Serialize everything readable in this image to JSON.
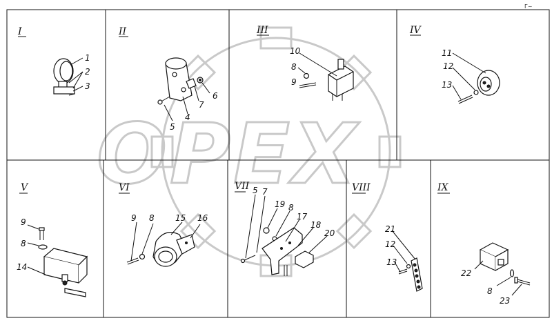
{
  "watermark": {
    "text": "OPEX"
  },
  "corner_mark": "Г~",
  "panels": [
    {
      "id": "I",
      "label": "I",
      "callouts": [
        "1",
        "2",
        "3"
      ]
    },
    {
      "id": "II",
      "label": "II",
      "callouts": [
        "4",
        "5",
        "6",
        "7"
      ]
    },
    {
      "id": "III",
      "label": "III",
      "callouts": [
        "10",
        "8",
        "9"
      ]
    },
    {
      "id": "IV",
      "label": "IV",
      "callouts": [
        "11",
        "12",
        "13"
      ]
    },
    {
      "id": "V",
      "label": "V",
      "callouts": [
        "9",
        "8",
        "14"
      ]
    },
    {
      "id": "VI",
      "label": "VI",
      "callouts": [
        "9",
        "8",
        "15",
        "16"
      ]
    },
    {
      "id": "VII",
      "label": "VII",
      "callouts": [
        "5",
        "7",
        "19",
        "8",
        "17",
        "18",
        "20"
      ]
    },
    {
      "id": "VIII",
      "label": "VIII",
      "callouts": [
        "21",
        "12",
        "13"
      ]
    },
    {
      "id": "IX",
      "label": "IX",
      "callouts": [
        "22",
        "8",
        "23"
      ]
    }
  ]
}
